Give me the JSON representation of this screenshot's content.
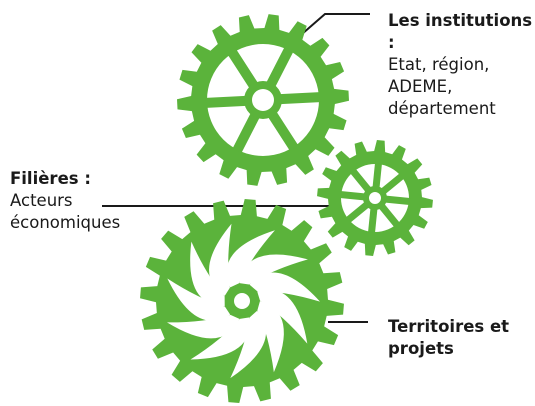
{
  "colors": {
    "gear": "#5bb33b",
    "line": "#1a1a1a",
    "text": "#1a1a1a"
  },
  "labels": {
    "institutions": {
      "title": "Les institutions :",
      "body_lines": [
        "Etat, région,",
        "ADEME,",
        "département"
      ]
    },
    "filieres": {
      "title": "Filières :",
      "body_lines": [
        "Acteurs",
        "économiques"
      ]
    },
    "territoires": {
      "title_lines": [
        "Territoires et",
        "projets"
      ]
    }
  },
  "gears": [
    {
      "name": "gear-institutions",
      "style": "spoked"
    },
    {
      "name": "gear-filieres",
      "style": "spoked"
    },
    {
      "name": "gear-territoires",
      "style": "swirl"
    }
  ]
}
